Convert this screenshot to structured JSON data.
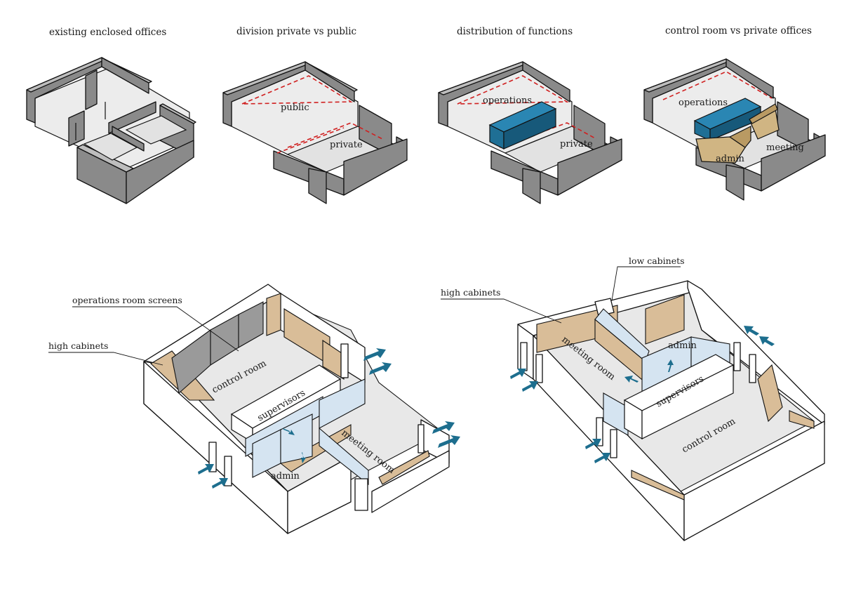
{
  "titles": {
    "panel1": "existing enclosed offices",
    "panel2": "division private vs public",
    "panel3": "distribution of functions",
    "panel4": "control room vs private offices"
  },
  "labels": {
    "public": "public",
    "private": "private",
    "operations": "operations",
    "admin": "admin",
    "meeting": "meeting",
    "control_room": "control room",
    "supervisors": "supervisors",
    "meeting_room": "meeting room"
  },
  "annotations": {
    "operations_room_screens": "operations room screens",
    "high_cabinets_left": "high cabinets",
    "high_cabinets_right": "high cabinets",
    "low_cabinets": "low cabinets"
  },
  "colors": {
    "wall": "#8a8a8a",
    "operations_block": "#1f6f95",
    "private_rooms": "#b99a63",
    "division_line": "#d02020",
    "cabinets": "#d9bd98",
    "glass_partitions": "#d5e4f1",
    "entry_arrows": "#1d6e8e"
  }
}
